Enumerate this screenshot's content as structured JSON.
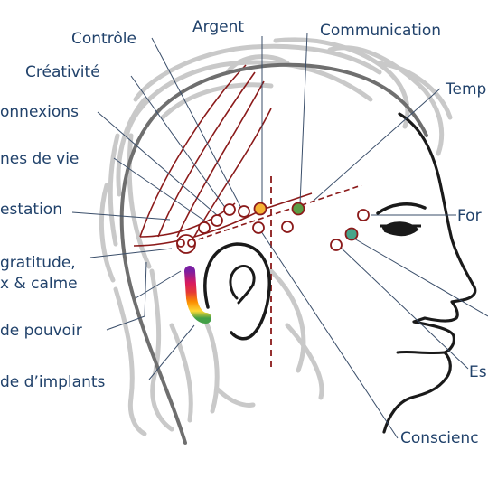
{
  "labels": {
    "controle": "Contrôle",
    "argent": "Argent",
    "communication": "Communication",
    "creativite": "Créativité",
    "temp": "Temp",
    "connexions": "onnexions",
    "plans_de_vie": "nes de vie",
    "manifestation": "estation",
    "formes": "For",
    "gratitude": "gratitude,",
    "calme": "x & calme",
    "pouvoir": "de pouvoir",
    "implants": "de d’implants",
    "es": "Es",
    "conscience": "Conscienc"
  },
  "points": [
    {
      "name": "point-controle",
      "color": "#ffffff",
      "type": "open"
    },
    {
      "name": "point-argent",
      "color": "#f5b335",
      "type": "filled"
    },
    {
      "name": "point-communication",
      "color": "#5a9e46",
      "type": "filled"
    },
    {
      "name": "point-formes",
      "color": "#ffffff",
      "type": "open"
    },
    {
      "name": "point-es",
      "color": "#46a58a",
      "type": "filled"
    }
  ],
  "colors": {
    "text": "#21426b",
    "leader": "#3a4e6a",
    "red": "#8b1a1a",
    "head_outline": "#1a1a1a",
    "hair": "#c9c9c9",
    "skull": "#6f6f6f"
  },
  "spectrum": [
    "#7b1fa2",
    "#d81b60",
    "#e53935",
    "#fb8c00",
    "#fdd835",
    "#43a047"
  ]
}
